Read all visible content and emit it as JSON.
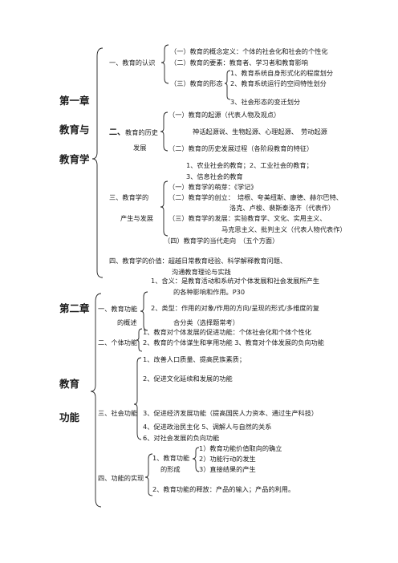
{
  "ch1": {
    "title_line1": "第一章",
    "title_line2": "教育与",
    "title_line3": "教育学",
    "s1": {
      "label": "一、教育的认识",
      "i1": "（一）教育的概念定义：个体的社会化和社会的个性化",
      "i2": "（二）教育的要素：教育者、学习者和教育影响",
      "i3_label": "（三）教育的形态",
      "i3_a": "1、教育系统自身形式化的程度划分",
      "i3_b": "2、教育系统运行的空间特性划分",
      "i3_c": "3、社会形态的变迁划分"
    },
    "s2": {
      "label_num": "二、",
      "label_a": "教育的历史",
      "label_b": "发展",
      "i1": "（一）教育的起源（代表人物及观点）",
      "i1_detail": "神话起源说、生物起源、心理起源、　劳动起源",
      "i2": "（二）教育的历史发展过程（各阶段教育的特征）",
      "i2_a": "1、农业社会的教育；2、工业社会的教育；",
      "i2_b": "3、信息社会的教育"
    },
    "s3": {
      "label_a": "三、教育学的",
      "label_b": "产生与发展",
      "i1": "（一）教育学的萌芽：《学记》",
      "i2": "（二）教育学的创立：　培根、夸美纽斯、康德、赫尔巴特、",
      "i2_b": "洛克、卢梭、裴斯泰洛齐（代表作）",
      "i3": "（三）教育学的发展：实验教育学、文化、实用主义、",
      "i3_b": "马克思主义、批判主义（代表人物代表作）",
      "i4": "（四）教育学的当代走向　（五个方面）"
    },
    "s4": {
      "line1": "四、教育学的价值：超越日常教育经验、科学解释教育问题、",
      "line2": "沟通教育理论与实践"
    }
  },
  "ch2": {
    "title_line1": "第二章",
    "title_line2": "教育",
    "title_line3": "功能",
    "s1": {
      "label_a": "一、教育功能",
      "label_b": "的概述",
      "i1": "1、含义：是教育活动和系统对个体发展和社会发展所产生",
      "i1_b": "的各种影响和作用。P30",
      "i2": "2、类型：作用的对象/作用的方向/呈现的形式/多维度的复",
      "i2_b": "合分类（选择题常考）"
    },
    "s2": {
      "label": "二、个体功能",
      "i1": "1、教育对个体发展的促进功能：个体社会化和个体个性化",
      "i2": "2、教育的个体谋生和享用功能 3、教育对个体发展的负向功能"
    },
    "s3": {
      "label": "三、社会功能",
      "i1": "1、改善人口质量、提高民族素质；",
      "i2": "2、促进文化延续和发展的功能",
      "i3": "3、促进经济发展功能（提高国民人力资本、通过生产科技）",
      "i4": "4、促进政治民主化  5、调解人与自然的关系",
      "i5": "6、对社会发展的负向功能"
    },
    "s4": {
      "label": "四、功能的实现",
      "i1_label_a": "1、教育功能",
      "i1_label_b": "的形成",
      "i1_a": "1）教育功能价值取向的确立",
      "i1_b": "2）功能行动的发生",
      "i1_c": "3）直接结果的产生",
      "i2": "2、教育功能的释放：产品的输入；产品的利用。"
    }
  }
}
